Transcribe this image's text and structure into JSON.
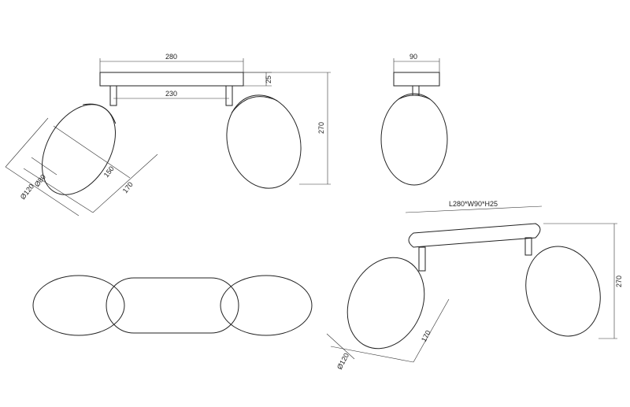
{
  "dimensions": {
    "top_width": "280",
    "bar_height": "25",
    "arm_spacing": "230",
    "overall_height": "270",
    "shade_dia_outer": "Ø120",
    "shade_dia_inner": "Ø80",
    "shade_length": "150",
    "shade_length_total": "170",
    "side_depth": "90",
    "plate_size": "L280*W90*H25",
    "iso_height": "270",
    "iso_length": "170",
    "iso_dia": "Ø120"
  }
}
